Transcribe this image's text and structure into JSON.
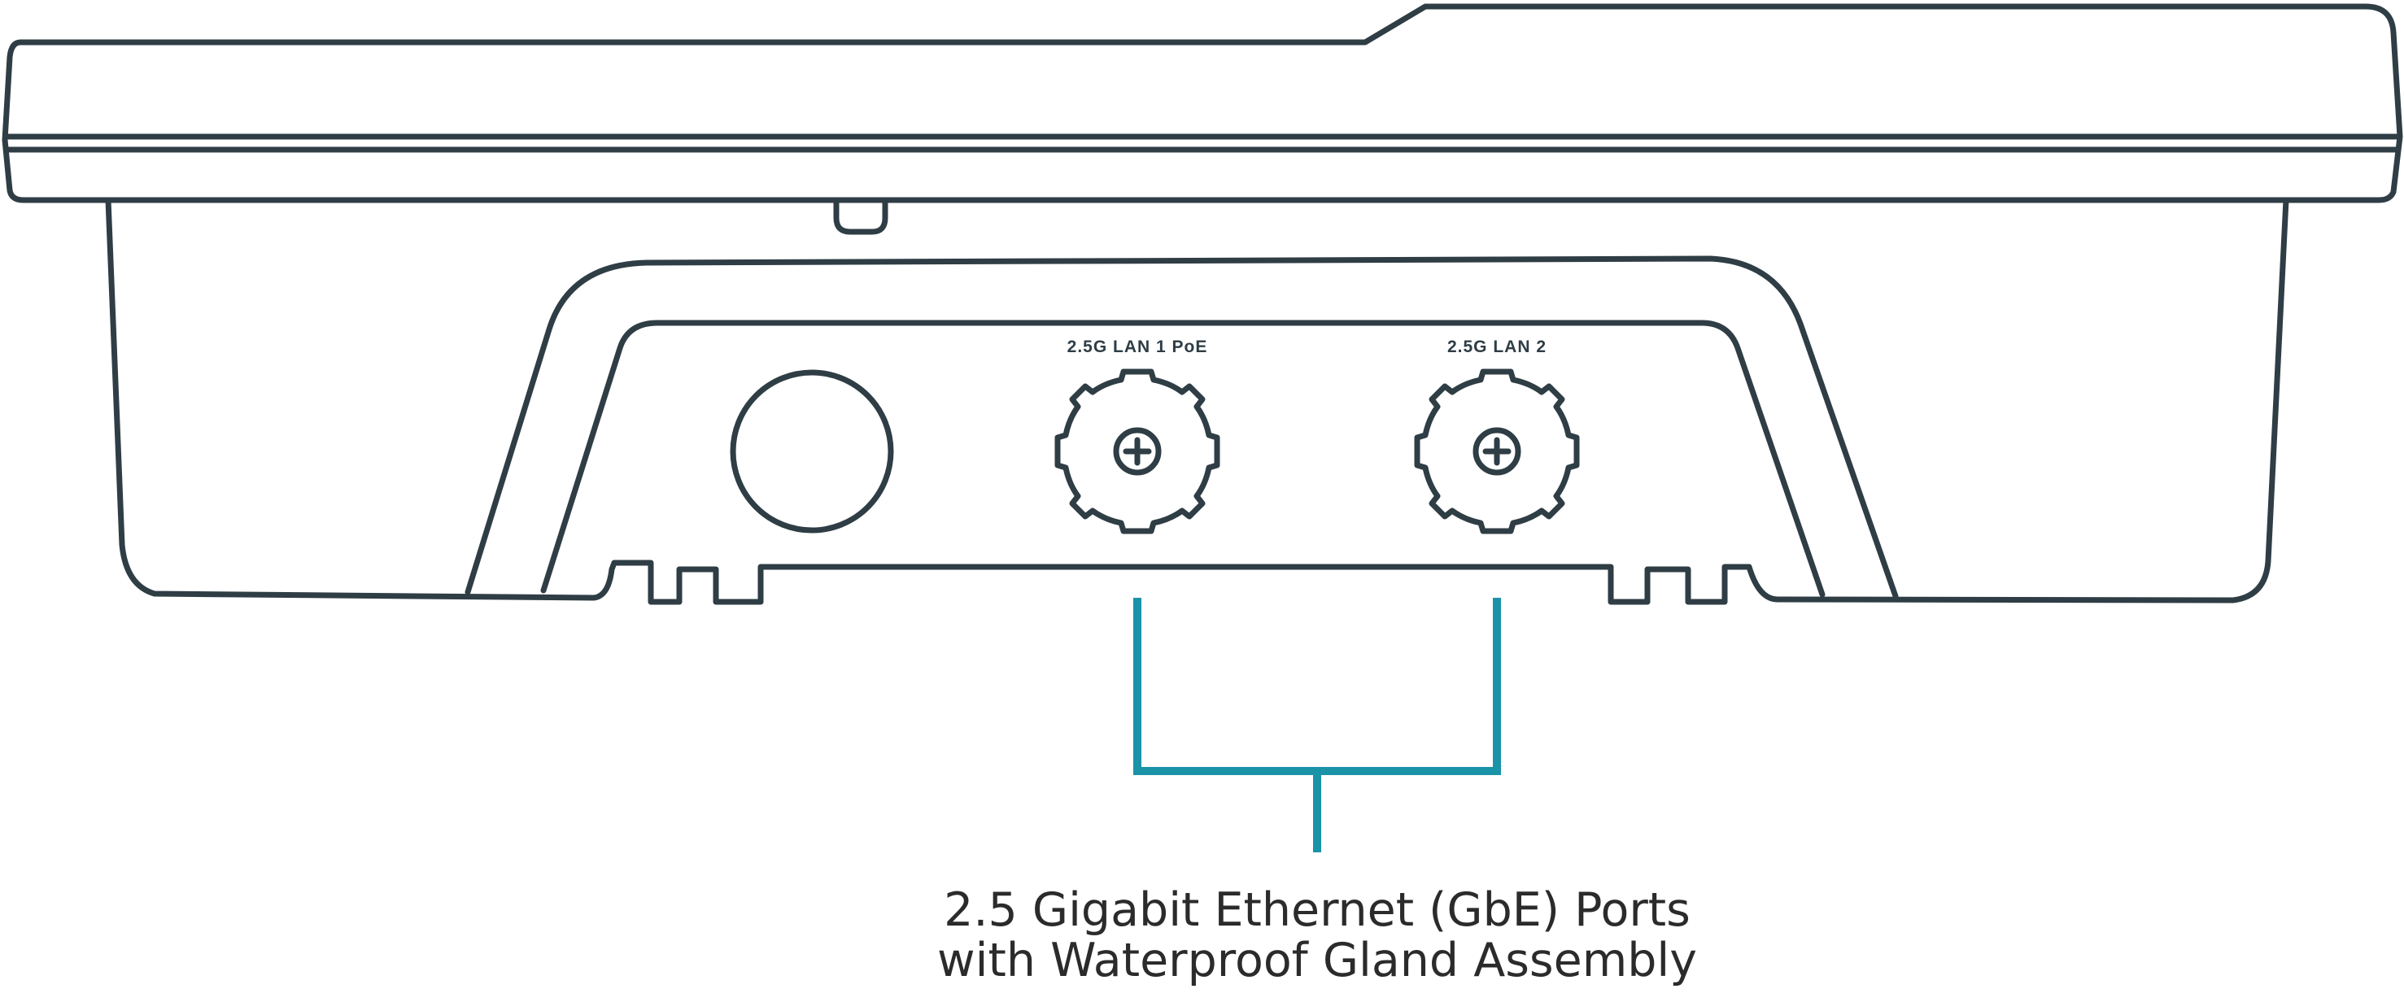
{
  "ports": [
    {
      "label": "2.5G LAN 1 PoE"
    },
    {
      "label": "2.5G LAN 2"
    }
  ],
  "caption": {
    "line1": "2.5 Gigabit Ethernet (GbE) Ports",
    "line2": "with Waterproof Gland Assembly"
  },
  "colors": {
    "outline": "#2f3d45",
    "callout": "#1a93a8",
    "caption_text": "#2b2b2b"
  },
  "icons": {
    "gland": "screw-gland-icon",
    "cap": "round-cap"
  }
}
